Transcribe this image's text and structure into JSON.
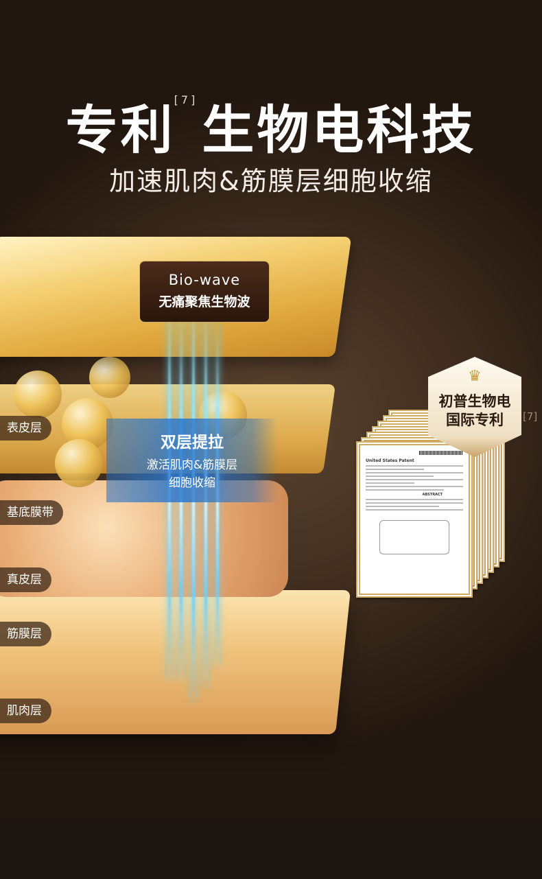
{
  "header": {
    "title_part1": "专利",
    "title_ref": "[7]",
    "title_part2": "生物电科技",
    "subtitle": "加速肌肉&筋膜层细胞收缩"
  },
  "biowave": {
    "en": "Bio-wave",
    "zh": "无痛聚焦生物波"
  },
  "lift": {
    "heading": "双层提拉",
    "line1": "激活肌肉&筋膜层",
    "line2": "细胞收缩"
  },
  "layers": [
    "表皮层",
    "基底膜带",
    "真皮层",
    "筋膜层",
    "肌肉层"
  ],
  "patent": {
    "badge_line1": "初普生物电",
    "badge_line2": "国际专利",
    "ref": "[7]",
    "doc_title": "United States Patent",
    "section": "ABSTRACT"
  },
  "colors": {
    "gold": "#d4ab62",
    "blue": "#2878d2",
    "bg": "#3e2c1e"
  }
}
